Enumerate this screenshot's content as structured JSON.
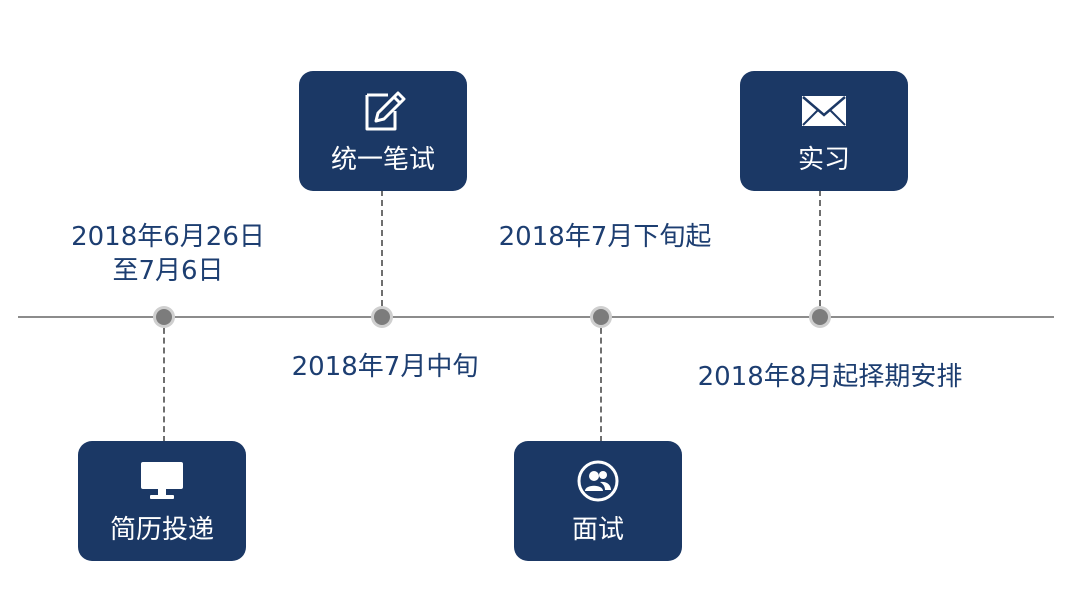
{
  "stages": [
    {
      "label": "简历投递",
      "icon": "monitor-icon"
    },
    {
      "label": "统一笔试",
      "icon": "edit-icon"
    },
    {
      "label": "面试",
      "icon": "people-icon"
    },
    {
      "label": "实习",
      "icon": "envelope-icon"
    }
  ],
  "dates": [
    {
      "line1": "2018年6月26日",
      "line2": "至7月6日"
    },
    {
      "line1": "2018年7月中旬"
    },
    {
      "line1": "2018年7月下旬起"
    },
    {
      "line1": "2018年8月起择期安排"
    }
  ],
  "colors": {
    "box": "#1b3865",
    "date_text": "#1d3e71",
    "axis": "#8c8c8c",
    "node": "#7c7c7c"
  }
}
